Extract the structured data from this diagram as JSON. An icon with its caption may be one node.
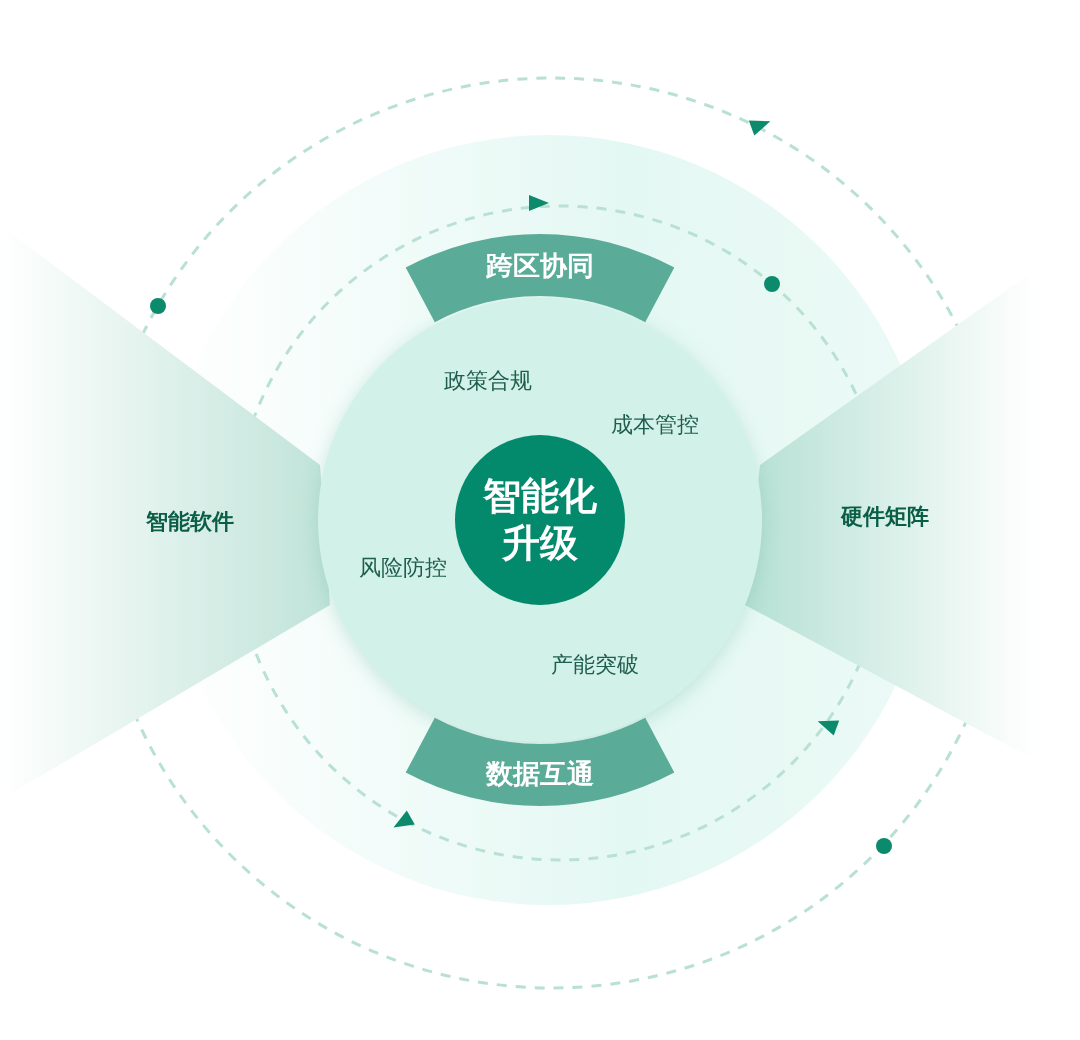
{
  "diagram": {
    "nodes": [
      {
        "text": [],
        "shape": "circle"
      },
      {
        "text": [
          "智能化升级"
        ],
        "in": 0
      },
      {
        "text": [
          "跨区协同"
        ]
      },
      {
        "text": [
          "数据互通"
        ]
      },
      {
        "text": [
          "智能软件"
        ]
      },
      {
        "text": [
          "硬件矩阵"
        ]
      }
    ],
    "labels": [
      "政策合规",
      "成本管控",
      "风险防控",
      "产能突破"
    ]
  }
}
